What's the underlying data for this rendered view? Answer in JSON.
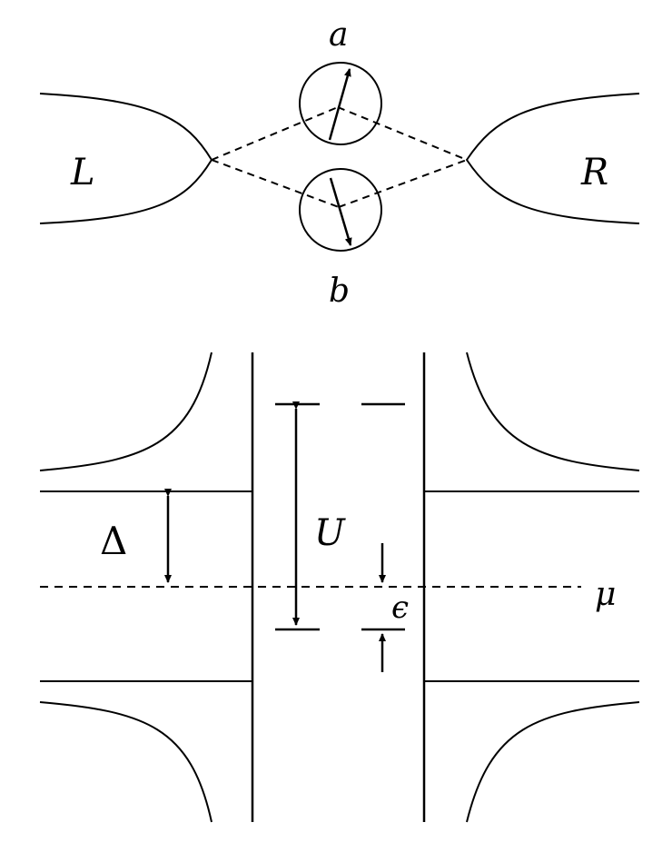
{
  "top_diagram": {
    "lead_left_label": "L",
    "lead_right_label": "R",
    "dot_a_label": "a",
    "dot_b_label": "b"
  },
  "bottom_diagram": {
    "gap_label": "Δ",
    "charging_energy_label": "U",
    "level_offset_label": "ϵ",
    "chemical_potential_label": "μ"
  },
  "colors": {
    "ink": "#000000",
    "background": "#ffffff"
  }
}
